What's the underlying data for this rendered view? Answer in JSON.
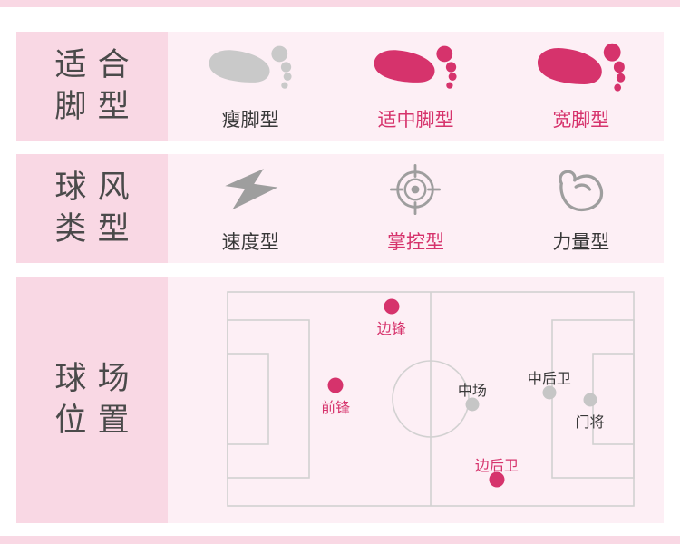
{
  "colors": {
    "accent": "#d6336c",
    "label_bg": "#f9d8e4",
    "content_bg": "#fdeff5",
    "icon_gray_light": "#c9c9c9",
    "icon_gray_mid": "#9e9e9e",
    "dot_inactive": "#c6c6c6",
    "field_line": "#d2d1d1",
    "text_dark": "#383838",
    "title_color": "#4a4a4a"
  },
  "sections": {
    "foot": {
      "title": [
        "适合",
        "脚型"
      ],
      "items": [
        {
          "label": "瘦脚型",
          "icon": "footprint-icon",
          "active": false
        },
        {
          "label": "适中脚型",
          "icon": "footprint-icon",
          "active": true
        },
        {
          "label": "宽脚型",
          "icon": "footprint-icon",
          "active": true
        }
      ]
    },
    "playstyle": {
      "title": [
        "球风",
        "类型"
      ],
      "items": [
        {
          "label": "速度型",
          "icon": "lightning-icon",
          "active": false
        },
        {
          "label": "掌控型",
          "icon": "crosshair-target-icon",
          "active": true
        },
        {
          "label": "力量型",
          "icon": "muscle-icon",
          "active": false
        }
      ]
    },
    "position": {
      "title": [
        "球场",
        "位置"
      ],
      "markers": [
        {
          "label": "边锋",
          "active": true,
          "x": 40.4,
          "y": 7.0,
          "label_pos": "below"
        },
        {
          "label": "前锋",
          "active": true,
          "x": 26.7,
          "y": 43.7,
          "label_pos": "below"
        },
        {
          "label": "中场",
          "active": false,
          "x": 60.2,
          "y": 52.5,
          "label_pos": "above"
        },
        {
          "label": "中后卫",
          "active": false,
          "x": 79.1,
          "y": 47.0,
          "label_pos": "above"
        },
        {
          "label": "门将",
          "active": false,
          "x": 89.0,
          "y": 50.5,
          "label_pos": "below"
        },
        {
          "label": "边后卫",
          "active": true,
          "x": 66.2,
          "y": 87.5,
          "label_pos": "above"
        }
      ]
    }
  }
}
